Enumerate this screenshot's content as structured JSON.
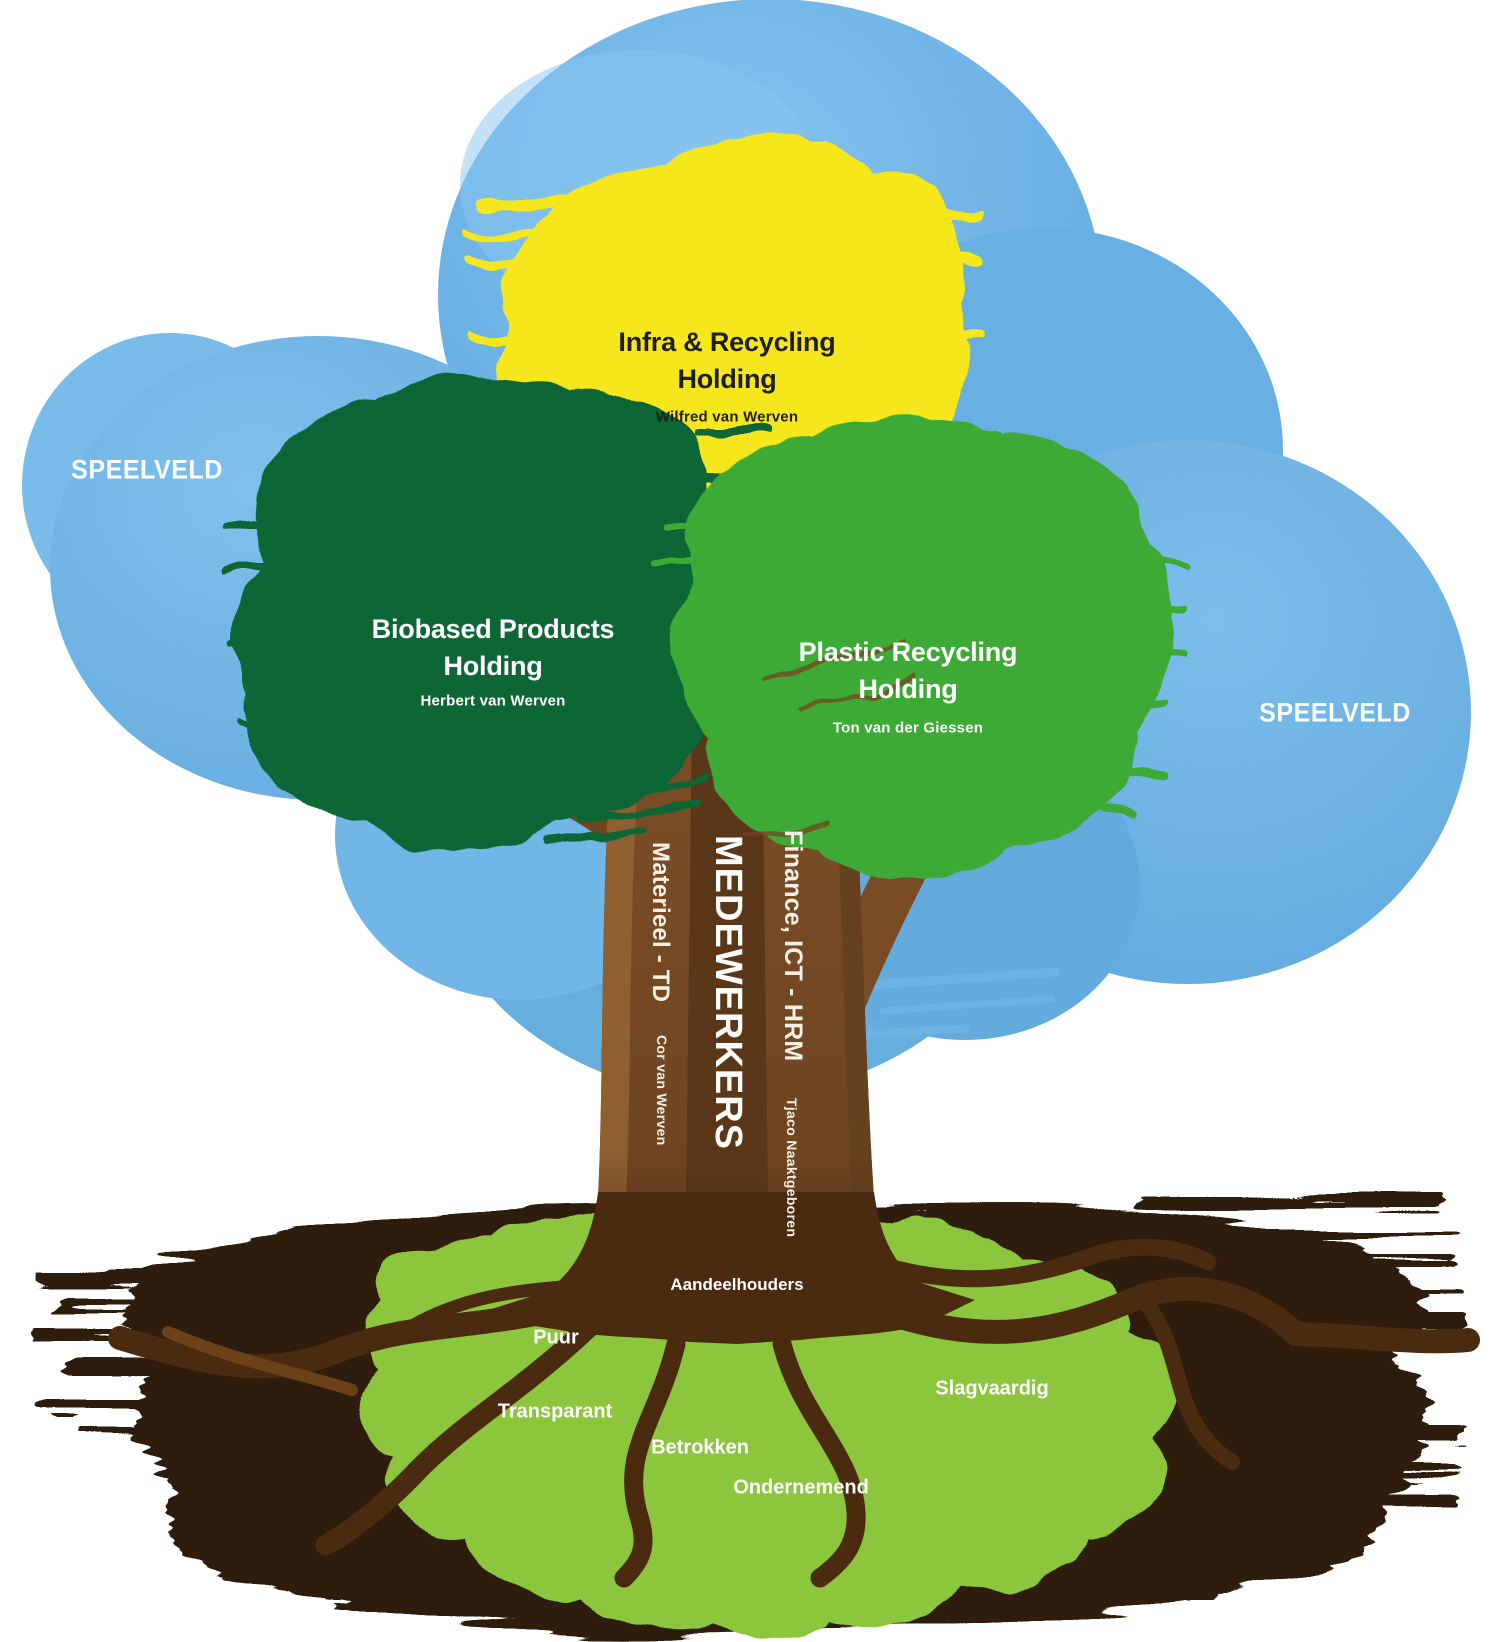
{
  "sky": {
    "speelveld_left": "SPEELVELD",
    "speelveld_right": "SPEELVELD",
    "cloud_color": "#6cb2e3"
  },
  "holdings": [
    {
      "name": "Infra & Recycling Holding",
      "manager": "Wilfred van Werven",
      "color": "#f6e71d",
      "text_color": "#1f1e1c"
    },
    {
      "name": "Biobased Products Holding",
      "manager": "Herbert van Werven",
      "color": "#0b6635",
      "text_color": "#ffffff"
    },
    {
      "name": "Plastic Recycling Holding",
      "manager": "Ton van der Giessen",
      "color": "#3caa36",
      "text_color": "#ffffff"
    }
  ],
  "trunk": {
    "label": "MEDEWERKERS",
    "departments": [
      {
        "name": "Materieel - TD",
        "manager": "Cor van Werven"
      },
      {
        "name": "Finance, ICT - HRM",
        "manager": "Tjaco Naaktgeboren"
      }
    ],
    "color": "#764a22"
  },
  "ground": {
    "stakeholders_label": "Aandeelhouders",
    "values": [
      "Puur",
      "Transparant",
      "Betrokken",
      "Ondernemend",
      "Slagvaardig"
    ],
    "soil_color": "#2e1d0b",
    "grass_color": "#8cc63e",
    "root_color": "#4a2b10"
  }
}
